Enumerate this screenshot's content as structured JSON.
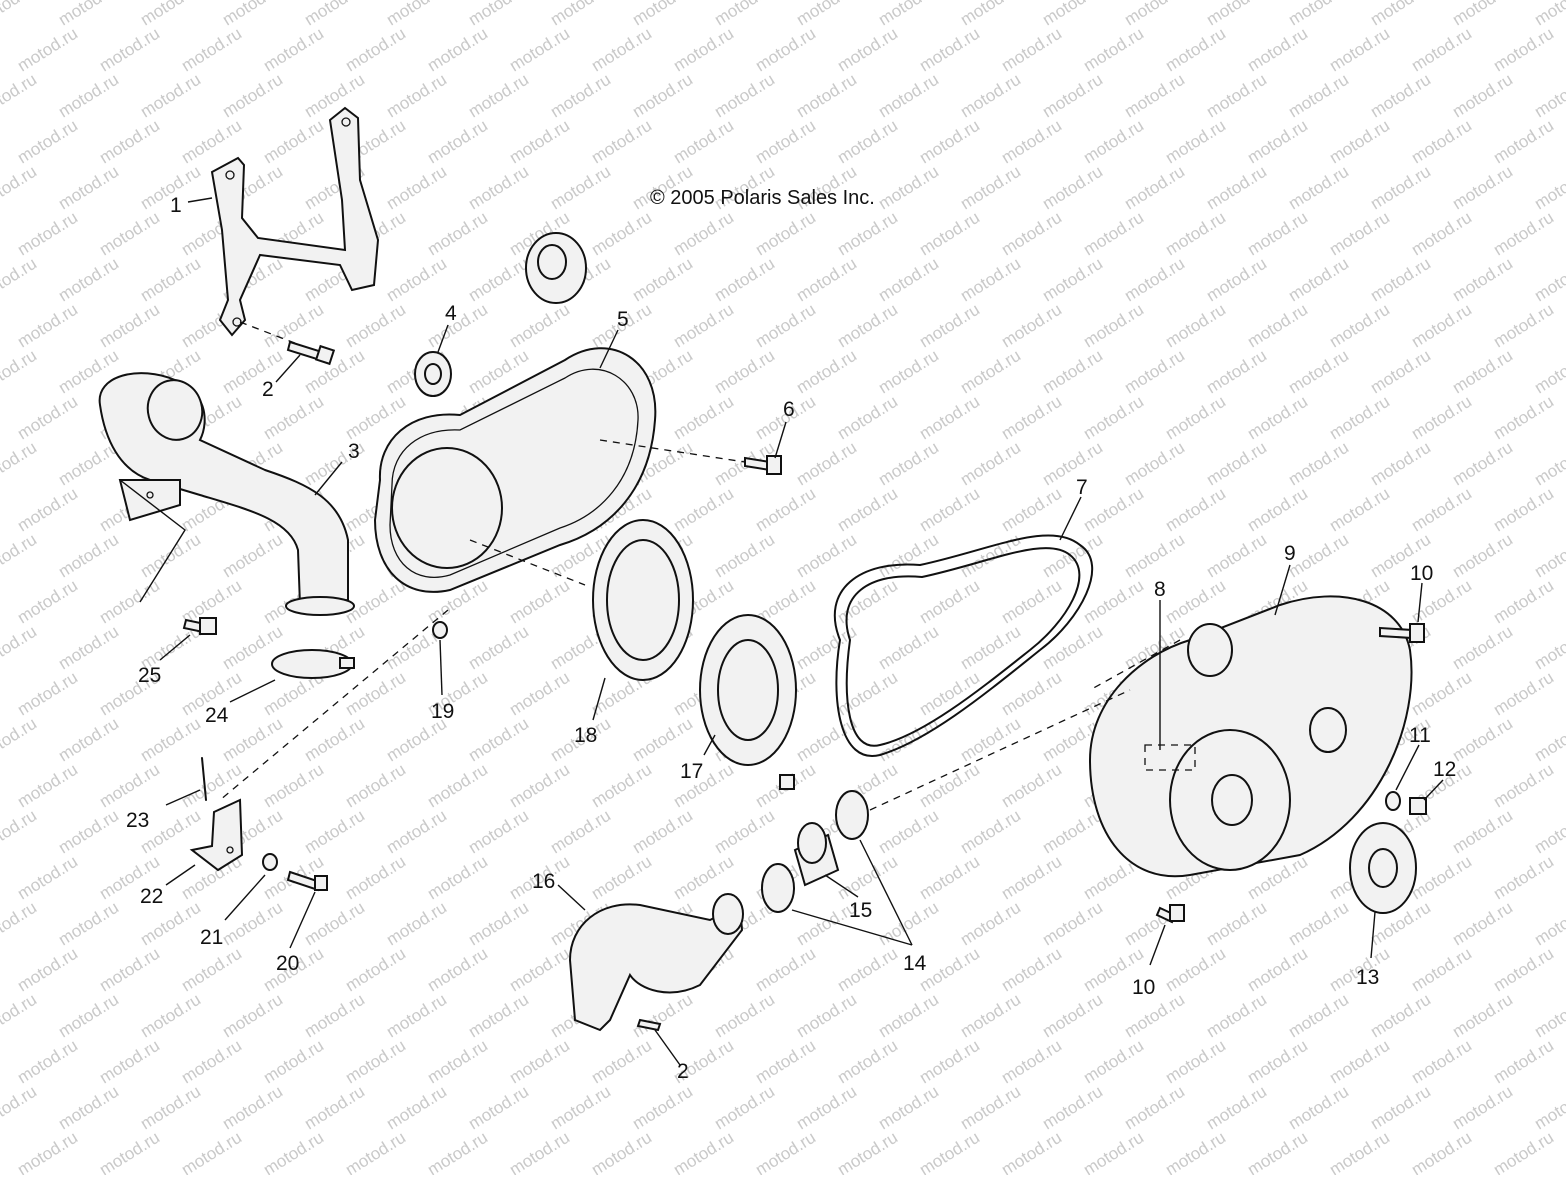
{
  "watermark": {
    "text": "motod.ru",
    "color": "#c9c9c9"
  },
  "copyright": "© 2005 Polaris Sales Inc.",
  "callouts": [
    {
      "id": "c1",
      "label": "1"
    },
    {
      "id": "c2a",
      "label": "2"
    },
    {
      "id": "c2b",
      "label": "2"
    },
    {
      "id": "c3",
      "label": "3"
    },
    {
      "id": "c4",
      "label": "4"
    },
    {
      "id": "c5",
      "label": "5"
    },
    {
      "id": "c6",
      "label": "6"
    },
    {
      "id": "c7",
      "label": "7"
    },
    {
      "id": "c8",
      "label": "8"
    },
    {
      "id": "c9",
      "label": "9"
    },
    {
      "id": "c10a",
      "label": "10"
    },
    {
      "id": "c10b",
      "label": "10"
    },
    {
      "id": "c11",
      "label": "11"
    },
    {
      "id": "c12",
      "label": "12"
    },
    {
      "id": "c13",
      "label": "13"
    },
    {
      "id": "c14",
      "label": "14"
    },
    {
      "id": "c15",
      "label": "15"
    },
    {
      "id": "c16",
      "label": "16"
    },
    {
      "id": "c17",
      "label": "17"
    },
    {
      "id": "c18",
      "label": "18"
    },
    {
      "id": "c19",
      "label": "19"
    },
    {
      "id": "c20",
      "label": "20"
    },
    {
      "id": "c21",
      "label": "21"
    },
    {
      "id": "c22",
      "label": "22"
    },
    {
      "id": "c23",
      "label": "23"
    },
    {
      "id": "c24",
      "label": "24"
    },
    {
      "id": "c25",
      "label": "25"
    }
  ]
}
